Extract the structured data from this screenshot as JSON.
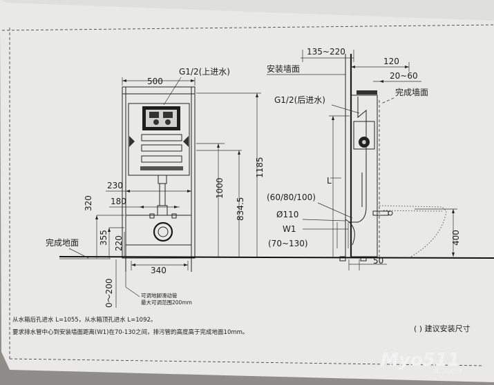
{
  "labels": {
    "dim_500": "500",
    "inlet_top": "G1/2(上进水)",
    "dim_230": "230",
    "dim_180": "180",
    "dim_1000": "1000",
    "dim_834_5": "834.5",
    "dim_1185": "1185",
    "dim_320": "320",
    "dim_355": "355",
    "dim_220": "220",
    "dim_340": "340",
    "dim_0_200": "0～200",
    "finished_floor": "完成地面",
    "slide_pipe_note_1": "可调地脚滑动管",
    "slide_pipe_note_2": "最大可调范围200mm",
    "dim_135_220": "135~220",
    "dim_120": "120",
    "install_wall": "安装墙面",
    "dim_20_60": "20~60",
    "inlet_back": "G1/2(后进水)",
    "finished_wall": "完成墙面",
    "dim_L": "L",
    "dim_60_80_100": "(60/80/100)",
    "dim_110": "Ø110",
    "dim_W1": "W1",
    "dim_70_130": "(70~130)",
    "dim_400": "400",
    "dim_50": "50",
    "footnote_1": "从水箱后孔进水 L=1055，从水箱顶孔进水 L=1092。",
    "footnote_2": "要求排水管中心到安装墙面距离(W1)在70-130之间，排污管的高度高于完成地面10mm。",
    "legend": "( ) 建议安装尺寸",
    "watermark_main": "Myo511",
    "watermark_sub": "镇江网友之家"
  }
}
